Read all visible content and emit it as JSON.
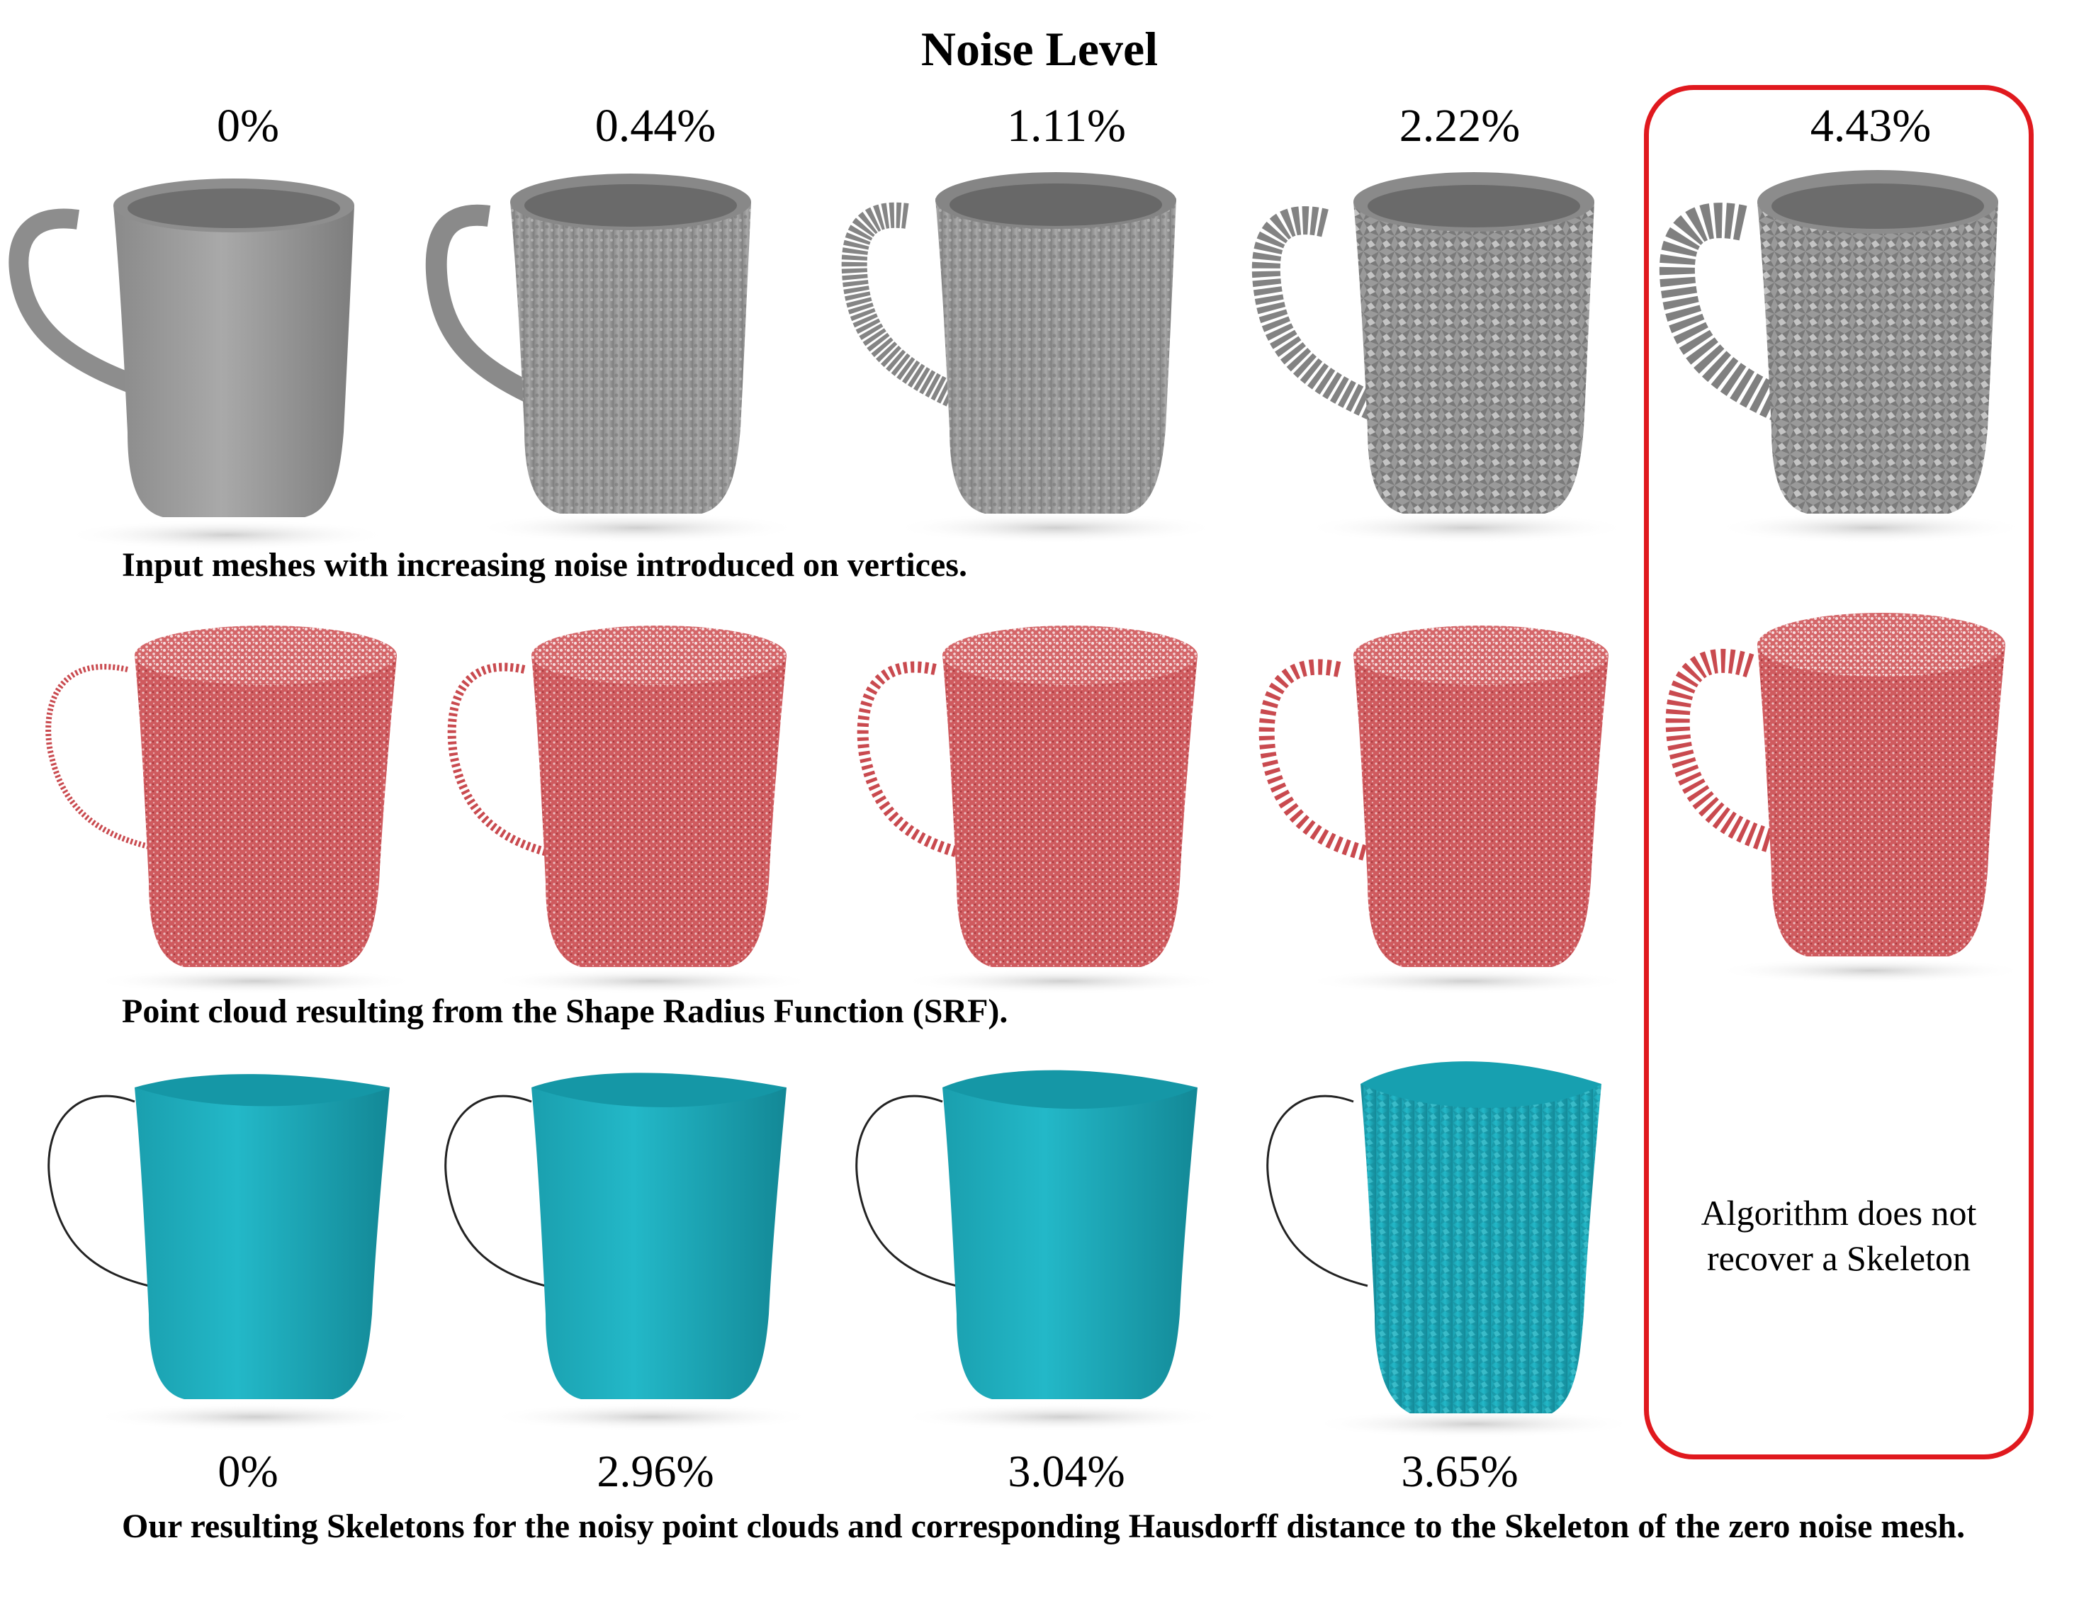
{
  "title": "Noise Level",
  "noise_levels": [
    "0%",
    "0.44%",
    "1.11%",
    "2.22%",
    "4.43%"
  ],
  "captions": {
    "meshes": "Input meshes with increasing noise introduced on vertices.",
    "point_clouds": "Point cloud resulting from the Shape Radius Function (SRF).",
    "skeletons": "Our resulting Skeletons for the noisy point clouds and corresponding Hausdorff distance to the Skeleton of the zero noise mesh."
  },
  "hausdorff_distances": [
    "0%",
    "2.96%",
    "3.04%",
    "3.65%"
  ],
  "failure_note": "Algorithm does not recover a Skeleton",
  "colors": {
    "mesh": "#9c9c9c",
    "point_cloud": "#c94a4f",
    "skeleton": "#1fb0c0",
    "highlight_border": "#e0191e"
  }
}
